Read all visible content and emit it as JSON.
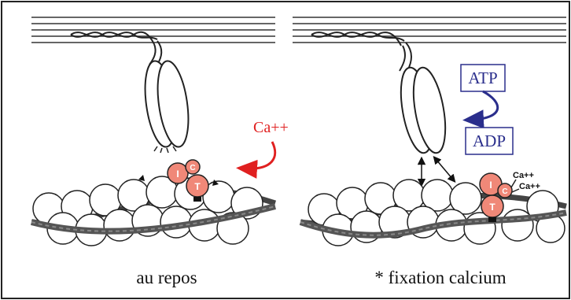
{
  "colors": {
    "frame": "#222222",
    "calcium_red": "#e02020",
    "atp_blue": "#2a2e8c",
    "troponin_fill": "#f08878",
    "tropomyosin": "#555555",
    "actin_fill": "#ffffff"
  },
  "left_panel": {
    "caption": "au repos",
    "ion_label": "Ca++",
    "troponin": {
      "i": "I",
      "c": "C",
      "t": "T"
    }
  },
  "right_panel": {
    "caption": "* fixation calcium",
    "atp_label": "ATP",
    "adp_label": "ADP",
    "troponin": {
      "i": "I",
      "c": "C",
      "t": "T"
    },
    "ca_bound": [
      "Ca++",
      "Ca++"
    ]
  }
}
